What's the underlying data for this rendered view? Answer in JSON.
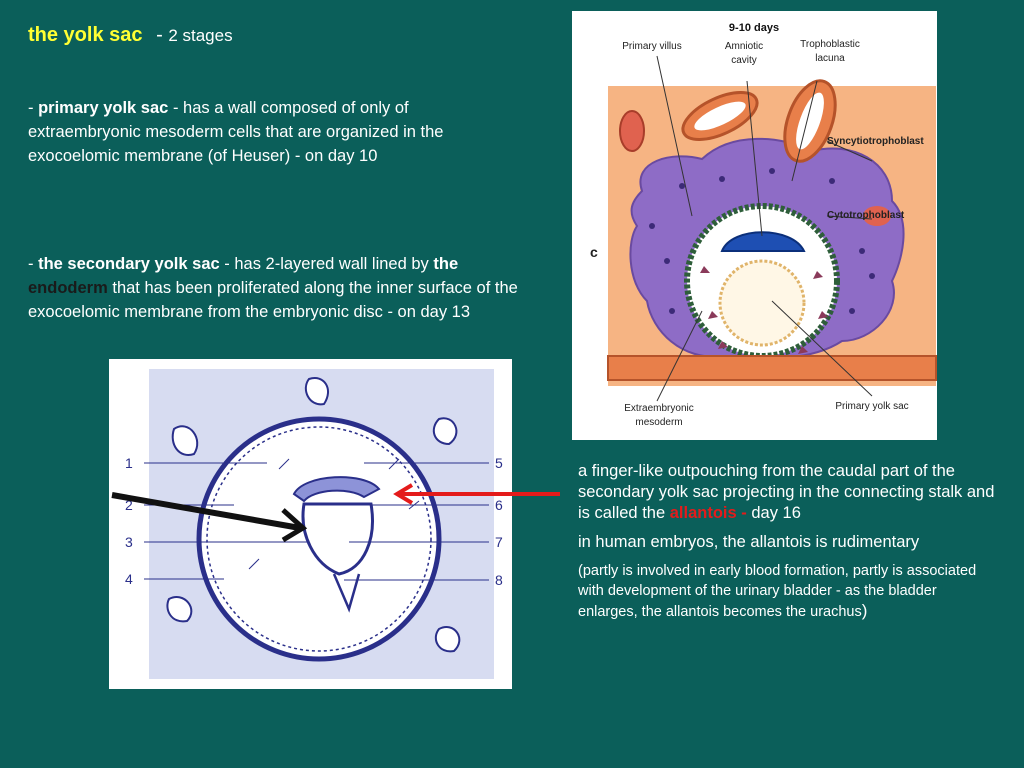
{
  "title": {
    "main": "the yolk sac",
    "dash": "-",
    "sub": "2 stages"
  },
  "primary": {
    "dash": "-",
    "term": "primary yolk sac",
    "text": "- has a wall composed of only of extraembryonic mesoderm cells that are organized in the exocoelomic membrane (of Heuser)  - on day 10"
  },
  "secondary": {
    "dash": "-",
    "term": "the secondary yolk sac",
    "text1": "- has 2-layered wall lined by",
    "the": "the",
    "endoderm": "endoderm",
    "text2": "that has been proliferated along the inner surface of the exocoelomic membrane from the embryonic disc - on day 13"
  },
  "figure1": {
    "day": "9-10 days",
    "labels": {
      "primary_villus": "Primary villus",
      "amniotic1": "Amniotic",
      "amniotic2": "cavity",
      "trophoblastic1": "Trophoblastic",
      "trophoblastic2": "lacuna",
      "syncytio": "Syncytiotrophoblast",
      "cyto": "Cytotrophoblast",
      "letter": "c",
      "extra1": "Extraembryonic",
      "extra2": "mesoderm",
      "primary_yolk": "Primary yolk sac"
    }
  },
  "figure2": {
    "numbers_left": [
      "1",
      "2",
      "3",
      "4"
    ],
    "numbers_right": [
      "5",
      "6",
      "7",
      "8"
    ]
  },
  "right": {
    "p1a": "a finger-like outpouching from the caudal part of the secondary yolk sac projecting in the connecting stalk and is called the",
    "allantois": "allantois -",
    "p1b": "day 16",
    "p2": "in  human embryos, the allantois is rudimentary",
    "p3": "(partly is involved in early blood formation, partly is associated with development of the urinary bladder - as the bladder enlarges, the allantois becomes the urachus",
    "p3end": ")"
  },
  "colors": {
    "background": "#0b5f5a",
    "title_accent": "#ffff33",
    "allantois": "#e41b1b",
    "endoderm": "#1a1a1a"
  }
}
